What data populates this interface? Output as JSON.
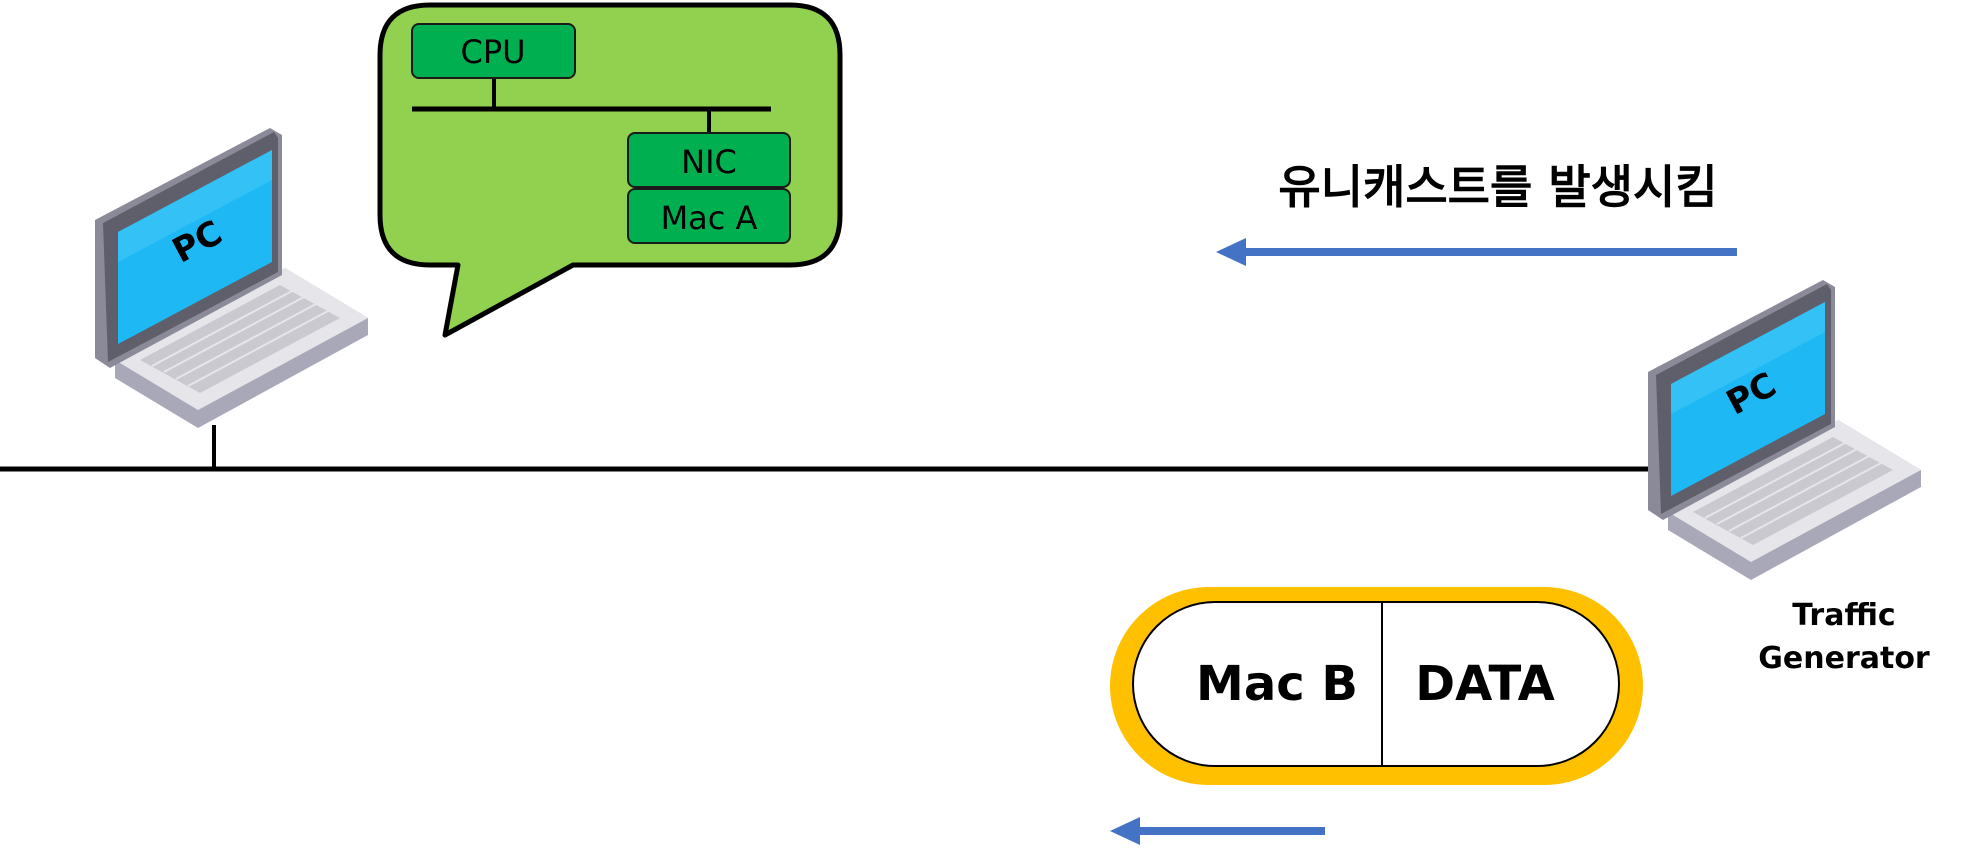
{
  "diagram": {
    "left_pc": {
      "screen_label": "PC"
    },
    "right_pc": {
      "screen_label": "PC",
      "caption_line1": "Traffic",
      "caption_line2": "Generator"
    },
    "callout": {
      "cpu_label": "CPU",
      "nic_label": "NIC",
      "mac_label": "Mac A"
    },
    "heading": "유니캐스트를 발생시킴",
    "frame": {
      "dest_label": "Mac B",
      "payload_label": "DATA"
    },
    "colors": {
      "callout_fill": "#92d050",
      "component_fill": "#00b050",
      "arrow": "#4472c4",
      "frame_ring": "#ffc000",
      "screen": "#1eb9f4",
      "laptop_body": "#e6e6ea",
      "laptop_bezel": "#5f5f6b"
    }
  }
}
